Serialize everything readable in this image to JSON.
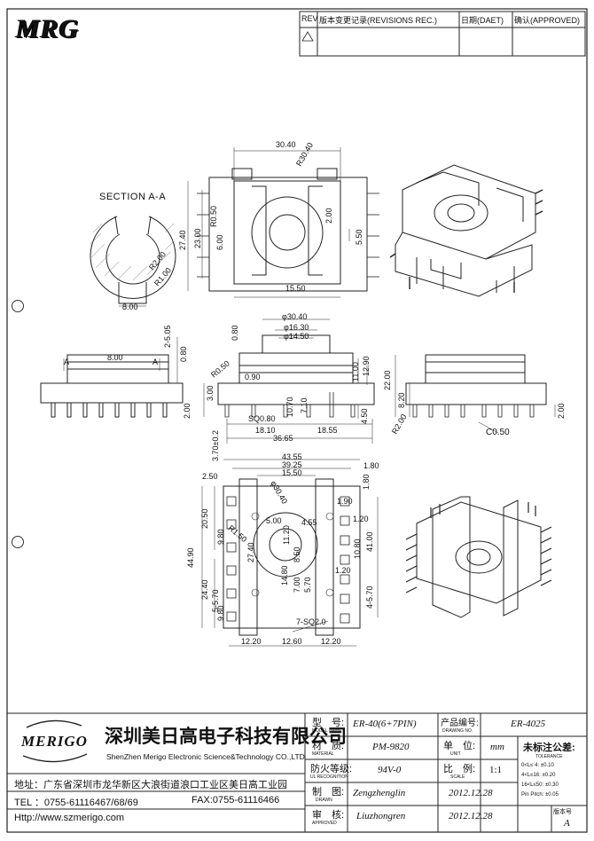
{
  "logo": {
    "brand": "MRG"
  },
  "revision_table": {
    "headers": [
      "REV",
      "版本变更记录(REVISIONS REC.)",
      "日期(DAET)",
      "确认(APPROVED)"
    ]
  },
  "section_label": "SECTION A-A",
  "dimensions": {
    "top_view": [
      "30.40",
      "R30.40",
      "R0.50",
      "27.40",
      "23.00",
      "6.00",
      "2.00",
      "5.50",
      "15.50"
    ],
    "section": [
      "R2.00",
      "R1.00",
      "8.00"
    ],
    "left_side": [
      "2-5.05",
      "0.80",
      "8.00",
      "A",
      "A",
      "2.00"
    ],
    "front": [
      "φ30.40",
      "φ16.30",
      "φ14.50",
      "0.80",
      "R0.50",
      "0.90",
      "11.00",
      "12.90",
      "10.70",
      "7.10",
      "3.00",
      "4.50",
      "SQ0.80",
      "18.10",
      "18.55",
      "36.65",
      "3.70±0.2"
    ],
    "right_side": [
      "22.00",
      "8.20",
      "2.00",
      "R2.00",
      "C0.50"
    ],
    "bottom": [
      "43.55",
      "39.25",
      "15.50",
      "1.80",
      "2.50",
      "φ30.40",
      "1.80",
      "20.50",
      "R1.50",
      "5.00",
      "1.90",
      "1.20",
      "4.55",
      "44.90",
      "9.80",
      "27.40",
      "11.20",
      "8.50",
      "10.80",
      "41.00",
      "24.40",
      "5-5.70",
      "14.80",
      "7.00",
      "5.70",
      "1.20",
      "4-5.70",
      "9.80",
      "7-SQ2.0",
      "12.20",
      "12.60",
      "12.20"
    ]
  },
  "title_block": {
    "company_cn": "深圳美日高电子科技有限公司",
    "company_en": "ShenZhen Merigo Electronic Science&Technology CO.,LTD",
    "logo_text": "MERIGO",
    "address": "地址：广东省深圳市龙华新区大浪街道浪口工业区美日高工业园",
    "tel": "TEL ：0755-61116467/68/69",
    "fax": "FAX:0755-61116466",
    "http": "Http://www.szmerigo.com",
    "model_label_cn": "型　号:",
    "model_label_en": "MODEL NAME",
    "model_value": "ER-40(6+7PIN)",
    "drawing_no_label_cn": "产品编号:",
    "drawing_no_label_en": "DRAWING NO.",
    "drawing_no_value": "ER-4025",
    "material_label_cn": "材　质:",
    "material_label_en": "MATERIAL",
    "material_value": "PM-9820",
    "unit_label_cn": "单　位:",
    "unit_label_en": "UNIT",
    "unit_value": "mm",
    "flame_label_cn": "防火等级:",
    "flame_label_en": "UL RECOGNITION",
    "flame_value": "94V-0",
    "scale_label_cn": "比　例:",
    "scale_label_en": "SCALE",
    "scale_value": "1:1",
    "drawn_label_cn": "制　图:",
    "drawn_label_en": "DRAWN",
    "drawn_value": "Zengzhenglin",
    "drawn_date": "2012.12.28",
    "approved_label_cn": "审　核:",
    "approved_label_en": "APPROVED",
    "approved_value": "Liuzhongren",
    "approved_date": "2012.12.28",
    "tolerance_title_cn": "未标注公差:",
    "tolerance_title_en": "TOLERANCE",
    "tolerance_rows": [
      "0<L≤ 4:  ±0.10",
      "4<L≤16:  ±0.20",
      "16<L≤50: ±0.30",
      "Pin Pitch: ±0.05"
    ],
    "version_label": "版本号",
    "version_value": "A"
  }
}
